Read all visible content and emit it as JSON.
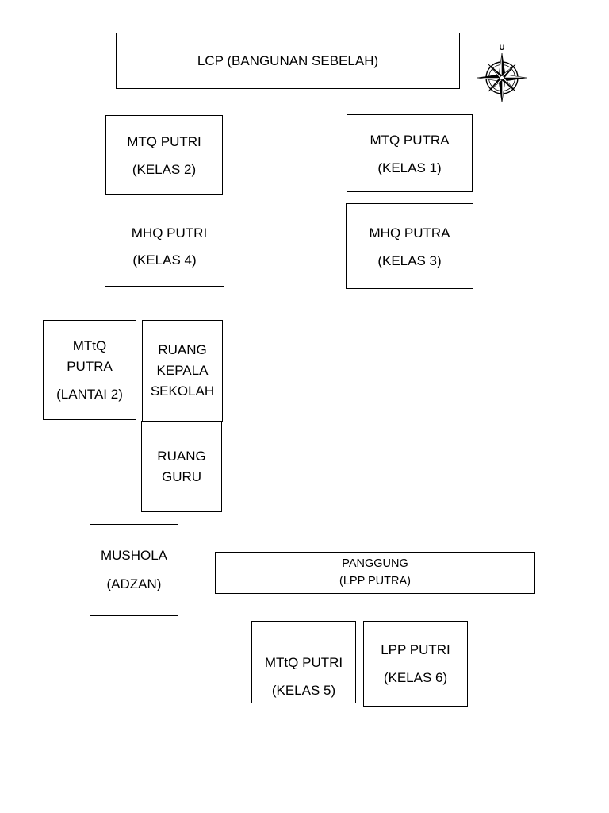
{
  "diagram": {
    "rooms": {
      "lcp": {
        "line1": "LCP (BANGUNAN SEBELAH)"
      },
      "mtq_putri": {
        "line1": "MTQ PUTRI",
        "line2": "(KELAS 2)"
      },
      "mtq_putra": {
        "line1": "MTQ PUTRA",
        "line2": "(KELAS 1)"
      },
      "mhq_putri": {
        "line1": "MHQ PUTRI",
        "line2": "(KELAS 4)"
      },
      "mhq_putra": {
        "line1": "MHQ PUTRA",
        "line2": "(KELAS 3)"
      },
      "mttq_putra": {
        "line1": "MTtQ",
        "line2": "PUTRA",
        "line3": "(LANTAI 2)"
      },
      "ruang_kepala_sekolah": {
        "line1": "RUANG",
        "line2": "KEPALA",
        "line3": "SEKOLAH"
      },
      "ruang_guru": {
        "line1": "RUANG",
        "line2": "GURU"
      },
      "mushola": {
        "line1": "MUSHOLA",
        "line2": "(ADZAN)"
      },
      "panggung": {
        "line1": "PANGGUNG",
        "line2": "(LPP PUTRA)"
      },
      "mttq_putri": {
        "line1": "MTtQ PUTRI",
        "line2": "(KELAS 5)"
      },
      "lpp_putri": {
        "line1": "LPP PUTRI",
        "line2": "(KELAS 6)"
      }
    },
    "compass": {
      "north_label": "U",
      "icon": "compass-rose-icon"
    }
  }
}
